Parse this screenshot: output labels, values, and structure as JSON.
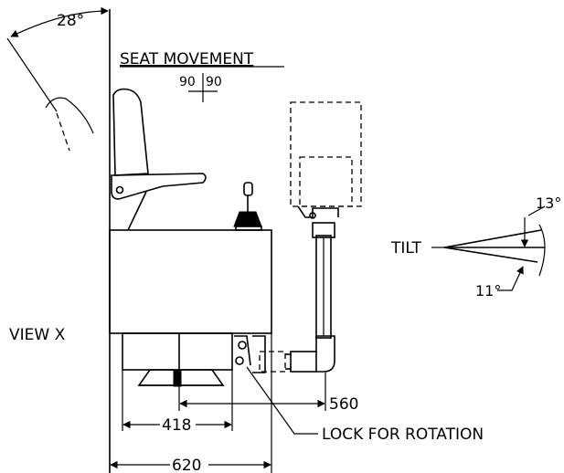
{
  "labels": {
    "seat_movement": "SEAT MOVEMENT",
    "movement_left": "90",
    "movement_right": "90",
    "recline_angle": "28°",
    "tilt": "TILT",
    "tilt_up": "13°",
    "tilt_down": "11°",
    "view": "VIEW X",
    "lock": "LOCK FOR ROTATION",
    "dim_560": "560",
    "dim_418": "418",
    "dim_620": "620"
  }
}
